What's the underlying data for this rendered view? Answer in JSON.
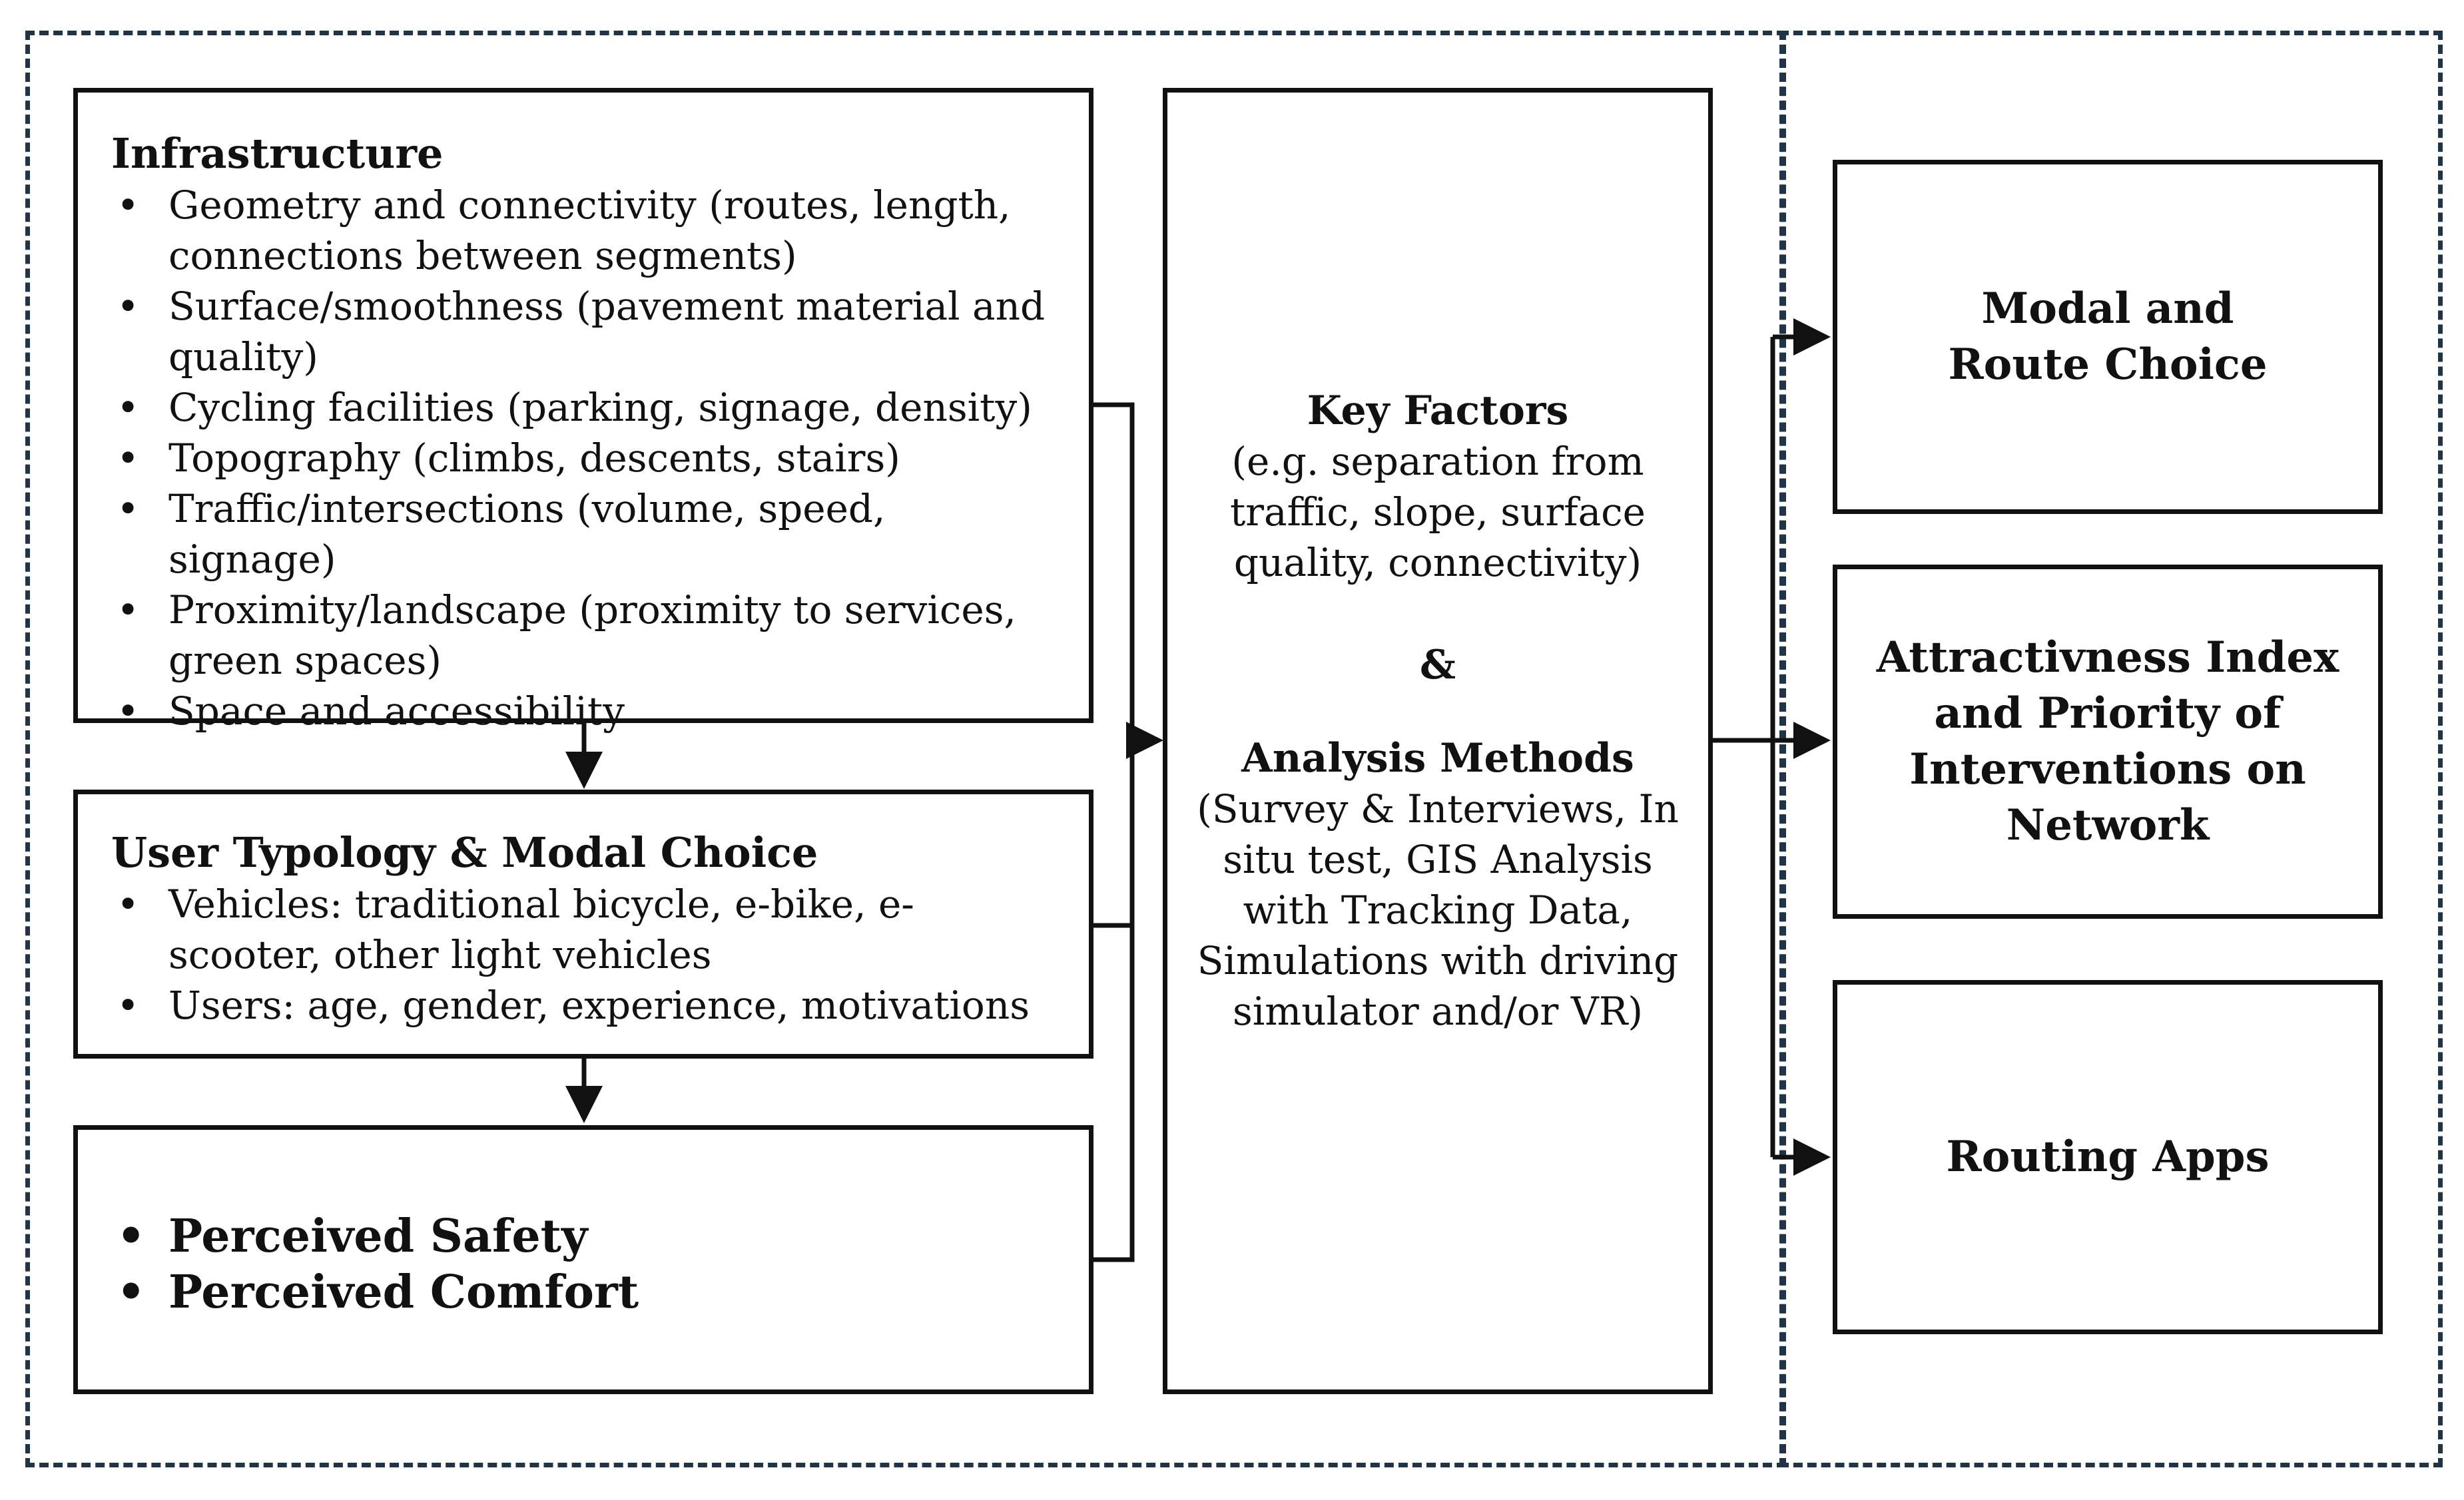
{
  "infrastructure": {
    "title": "Infrastructure",
    "items": [
      "Geometry and connectivity (routes, length, connections between segments)",
      "Surface/smoothness (pavement material and quality)",
      "Cycling facilities (parking, signage, density)",
      "Topography (climbs, descents, stairs)",
      "Traffic/intersections (volume, speed, signage)",
      "Proximity/landscape (proximity to services, green spaces)",
      "Space and accessibility"
    ]
  },
  "user_typology": {
    "title": "User Typology & Modal Choice",
    "items": [
      "Vehicles: traditional bicycle, e-bike, e-scooter, other light vehicles",
      "Users: age, gender, experience, motivations"
    ]
  },
  "perceived": {
    "items": [
      "Perceived Safety",
      "Perceived Comfort"
    ]
  },
  "center": {
    "key_factors_title": "Key Factors",
    "key_factors_text": "(e.g. separation from traffic, slope, surface quality, connectivity)",
    "ampersand": "&",
    "analysis_title": "Analysis Methods",
    "analysis_text": "(Survey & Interviews, In situ test, GIS Analysis with Tracking Data, Simulations with driving simulator and/or VR)"
  },
  "outputs": {
    "modal_route": "Modal and Route Choice",
    "attractiveness": "Attractivness Index and Priority of Interventions on Network",
    "routing_apps": "Routing Apps"
  }
}
